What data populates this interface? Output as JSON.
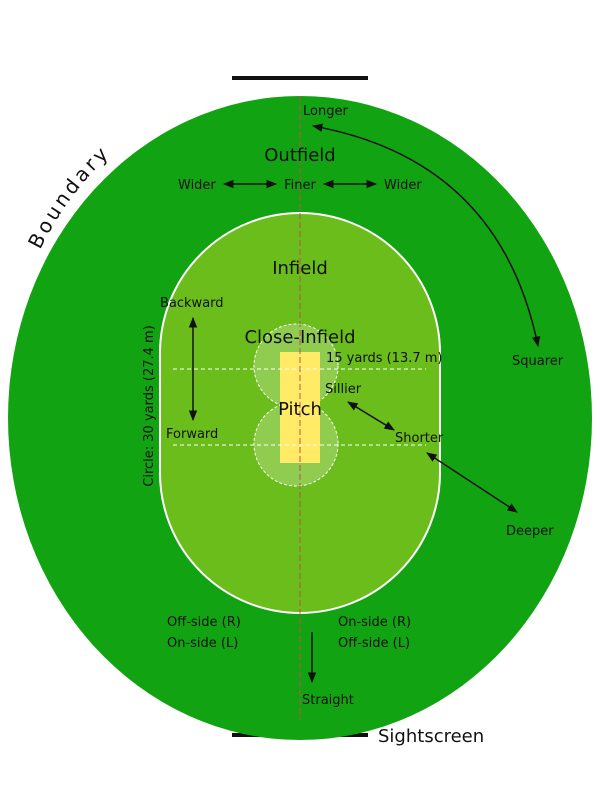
{
  "labels": {
    "boundary": "Boundary",
    "outfield": "Outfield",
    "infield": "Infield",
    "close_infield": "Close-Infield",
    "pitch": "Pitch",
    "longer": "Longer",
    "wider_left": "Wider",
    "finer": "Finer",
    "wider_right": "Wider",
    "backward": "Backward",
    "forward": "Forward",
    "fifteen_yards": "15 yards (13.7 m)",
    "sillier": "Sillier",
    "shorter": "Shorter",
    "squarer": "Squarer",
    "deeper": "Deeper",
    "circle": "Circle: 30 yards (27.4 m)",
    "off_side_r": "Off-side (R)",
    "on_side_l": "On-side (L)",
    "on_side_r": "On-side (R)",
    "off_side_l": "Off-side (L)",
    "straight": "Straight",
    "sightscreen": "Sightscreen"
  },
  "colors": {
    "outfield": "#12a312",
    "infield": "#6abd1a",
    "close_infield": "#8fcc50",
    "pitch": "#ffeb66",
    "center_line": "#c0504d"
  }
}
